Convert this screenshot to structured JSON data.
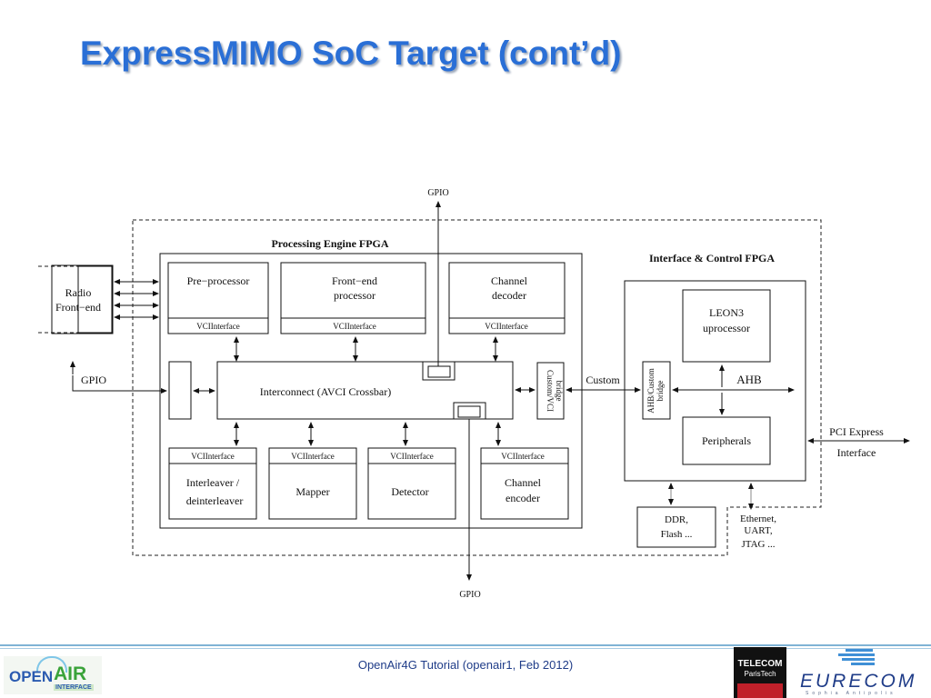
{
  "slide": {
    "title": "ExpressMIMO SoC Target (cont’d)",
    "footer": "OpenAir4G Tutorial (openair1, Feb 2012)"
  },
  "diagram": {
    "gpio_top": "GPIO",
    "gpio_bottom": "GPIO",
    "gpio_left": "GPIO",
    "radio_line1": "Radio",
    "radio_line2": "Front−end",
    "processing_engine_title": "Processing Engine FPGA",
    "interface_control_title": "Interface & Control FPGA",
    "preprocessor": "Pre−processor",
    "frontend_line1": "Front−end",
    "frontend_line2": "processor",
    "channel_decoder_line1": "Channel",
    "channel_decoder_line2": "decoder",
    "vci_interface": "VCIInterface",
    "interconnect": "Interconnect (AVCI Crossbar)",
    "custom_bridge_line1": "Custom/VCI",
    "custom_bridge_line2": "bridge",
    "custom_label": "Custom",
    "ahb_bridge_line1": "AHB/Custom",
    "ahb_bridge_line2": "bridge",
    "leon3_line1": "LEON3",
    "leon3_line2": "uprocessor",
    "ahb_label": "AHB",
    "peripherals": "Peripherals",
    "pci_line1": "PCI Express",
    "pci_line2": "Interface",
    "interleaver_line1": "Interleaver /",
    "interleaver_line2": "deinterleaver",
    "mapper": "Mapper",
    "detector": "Detector",
    "channel_encoder_line1": "Channel",
    "channel_encoder_line2": "encoder",
    "ddr_line1": "DDR,",
    "ddr_line2": "Flash ...",
    "ethernet_line1": "Ethernet,",
    "ethernet_line2": "UART,",
    "ethernet_line3": "JTAG ..."
  },
  "logos": {
    "openair_open": "OPEN",
    "openair_air": "AIR",
    "openair_interface": "INTERFACE",
    "telecom_line1": "TELECOM",
    "telecom_line2": "ParisTech",
    "eurecom": "EURECOM",
    "eurecom_sub": "Sophia Antipolis"
  }
}
